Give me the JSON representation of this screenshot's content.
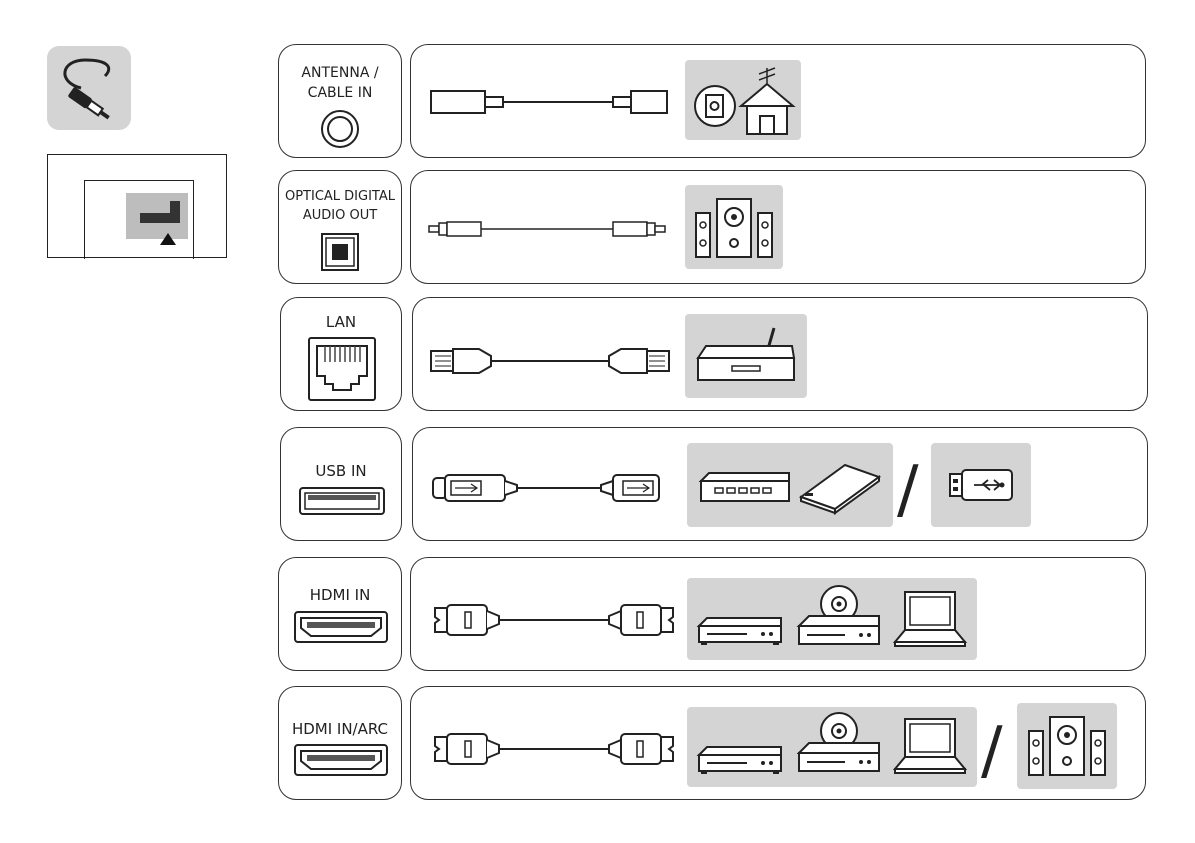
{
  "ports": {
    "antenna_line1": "ANTENNA /",
    "antenna_line2": "CABLE IN",
    "optical_line1": "OPTICAL DIGITAL",
    "optical_line2": "AUDIO OUT",
    "lan": "LAN",
    "usb": "USB IN",
    "hdmi": "HDMI IN",
    "hdmi_arc": "HDMI IN/ARC"
  },
  "separators": {
    "slash": "/"
  },
  "icons": {
    "cable": "cable-icon",
    "tv_back_panel": "tv-back-panel-icon",
    "antenna_house": "antenna-house-icon",
    "wall_socket": "wall-socket-icon",
    "speaker_system": "speaker-system-icon",
    "router": "router-icon",
    "usb_hub": "usb-hub-icon",
    "external_hdd": "external-hdd-icon",
    "usb_stick": "usb-stick-icon",
    "set_top_box": "set-top-box-icon",
    "disc_player": "disc-player-icon",
    "laptop": "laptop-icon"
  },
  "colors": {
    "panel_gray": "#d4d4d4",
    "line": "#333333"
  }
}
